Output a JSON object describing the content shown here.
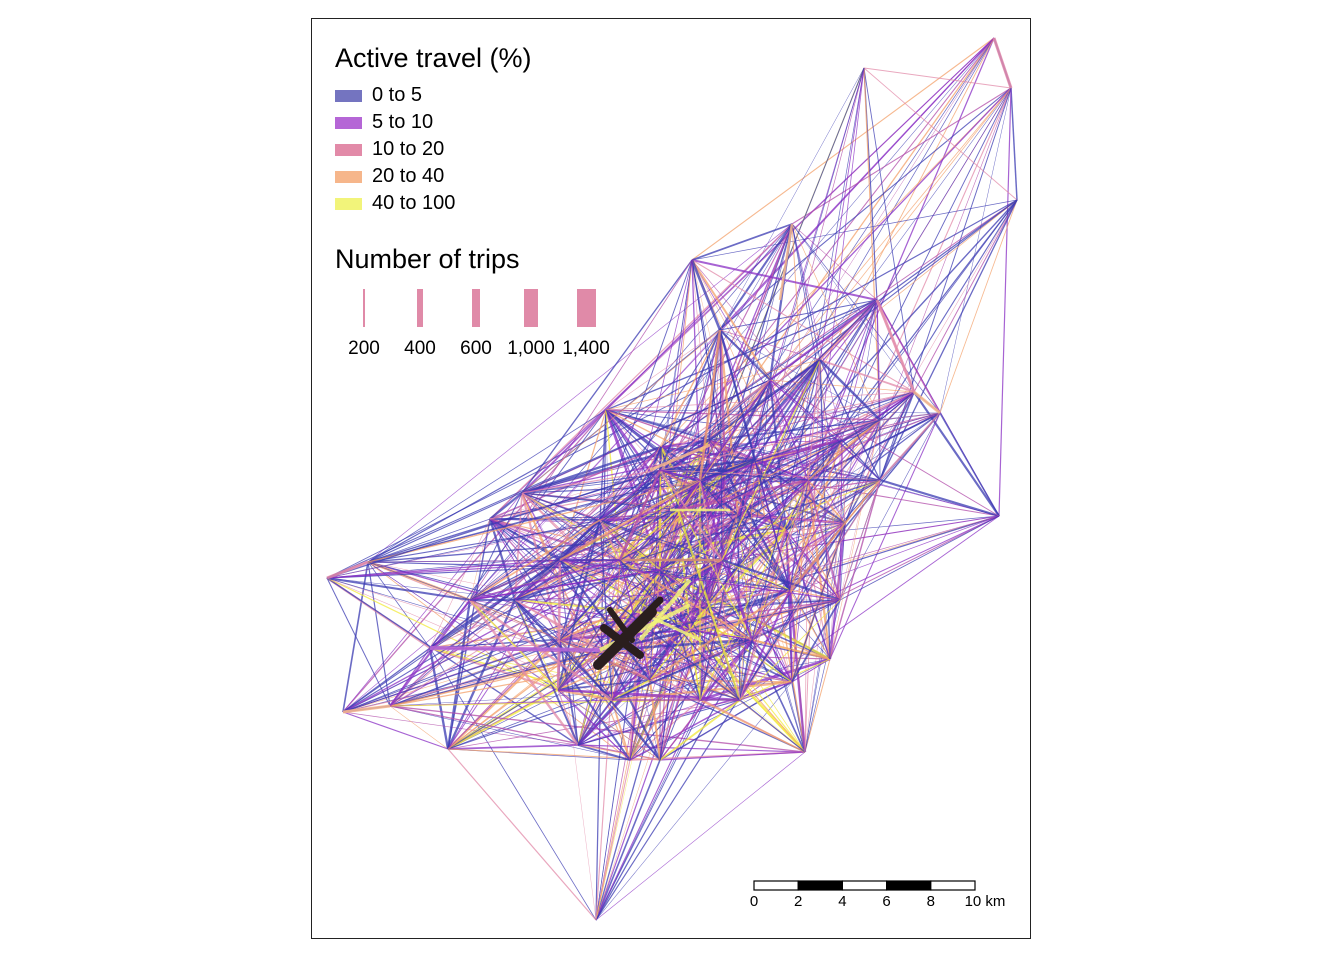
{
  "legend": {
    "active_travel": {
      "title": "Active travel (%)",
      "classes": [
        {
          "label": "0 to 5",
          "color": "#7474c0"
        },
        {
          "label": "5 to 10",
          "color": "#b566d6"
        },
        {
          "label": "10 to 20",
          "color": "#e28aa8"
        },
        {
          "label": "20 to 40",
          "color": "#f6b68b"
        },
        {
          "label": "40 to 100",
          "color": "#f2f47a"
        }
      ]
    },
    "trips": {
      "title": "Number of trips",
      "color": "#e08aa8",
      "items": [
        {
          "label": "200",
          "value": 200
        },
        {
          "label": "400",
          "value": 400
        },
        {
          "label": "600",
          "value": 600
        },
        {
          "label": "1,000",
          "value": 1000
        },
        {
          "label": "1,400",
          "value": 1400
        }
      ]
    }
  },
  "scale_bar": {
    "labels": [
      "0",
      "2",
      "4",
      "6",
      "8",
      "10 km"
    ]
  },
  "map": {
    "line_colors": [
      "#3a3ab2",
      "#3a3ab2",
      "#3a3ab2",
      "#8a2fc4",
      "#8a2fc4",
      "#b04aa8",
      "#e28aa8",
      "#f3a06a",
      "#f2ea3a"
    ],
    "centroid_color": "#2a1e1e"
  }
}
